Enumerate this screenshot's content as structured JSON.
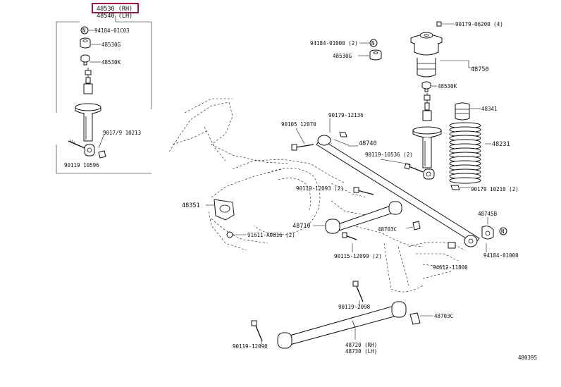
{
  "header": {
    "highlighted_part": "48530 (RH)",
    "second_part": "48540 (LH)",
    "highlight_color": "#a0173a"
  },
  "inset_labels": {
    "n_washer": "94184-01C03",
    "bushing_upper": "48530G",
    "bushing_lower": "48530K",
    "bolt_side": "9017/9 10213",
    "bolt_bottom": "90119 10596"
  },
  "main_labels": {
    "l_90179_06200": "90179-06200 (4)",
    "l_94184_01000_2": "94184-01000 (2)",
    "l_48530g": "48530G",
    "l_48750": "48750",
    "l_48530k": "48530K",
    "l_48341": "48341",
    "l_90179_12136": "90179-12136",
    "l_90105_12070": "90105 12070",
    "l_48740": "48740",
    "l_48231": "48231",
    "l_90119_10536": "90119-10536 (2)",
    "l_90179_10210": "90179 10210 (2)",
    "l_90119_12090": "90119-12093 (2)",
    "l_48351": "48351",
    "l_48745b": "48745B",
    "l_48710": "48710",
    "l_48703c_top": "48703C",
    "l_91611": "91611-A0816 (2)",
    "l_94184_01000": "94184-01000",
    "l_90115_12099": "90115-12099 (2)",
    "l_94612": "94612-11800",
    "l_90119_2098": "90119-2098",
    "l_48703c_bot": "48703C",
    "l_90119_12090_b": "90119-12090",
    "l_48720": "48720 (RH)",
    "l_48730": "48730 (LH)",
    "figure_code": "480395"
  },
  "icons": {
    "circle_n": "N"
  }
}
